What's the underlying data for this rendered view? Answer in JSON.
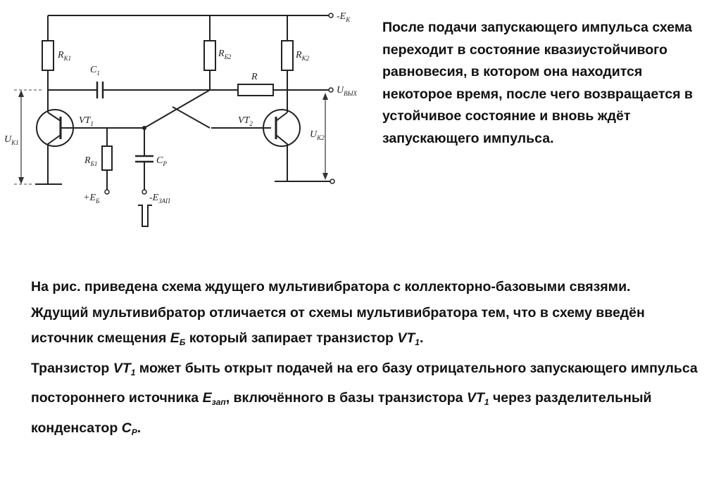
{
  "diagram": {
    "labels": {
      "ek": "-E",
      "ek_sub": "K",
      "rk1": "R",
      "rk1_sub": "K1",
      "c1": "C",
      "c1_sub": "1",
      "rb2": "R",
      "rb2_sub": "Б2",
      "rk2": "R",
      "rk2_sub": "K2",
      "r": "R",
      "uvyh": "U",
      "uvyh_sub": "ВЫХ",
      "vt1": "VT",
      "vt1_sub": "1",
      "vt2": "VT",
      "vt2_sub": "2",
      "uk1": "U",
      "uk1_sub": "K1",
      "uk2": "U",
      "uk2_sub": "K2",
      "rb1": "R",
      "rb1_sub": "Б1",
      "cp": "C",
      "cp_sub": "P",
      "eb": "+E",
      "eb_sub": "Б",
      "ezap": "-E",
      "ezap_sub": "ЗАП"
    }
  },
  "side_text": "После подачи запускающего импульса схема переходит в состояние квазиустойчивого равновесия, в котором она находится некоторое время, после чего возвращается в устойчивое состояние и вновь ждёт запускающего импульса.",
  "main": {
    "p1": "На рис. приведена схема ждущего мультивибратора с коллекторно-базовыми связями.",
    "p2a": "Ждущий мультивибратор отличается от схемы мультивибратора тем, что в схему введён источник смещения ",
    "p2_eb": "Е",
    "p2_eb_sub": "Б",
    "p2b": " который запирает транзистор ",
    "p2_vt1": "VT",
    "p2_vt1_sub": "1",
    "p2c": ".",
    "p3a": "Транзистор ",
    "p3_vt1": "VT",
    "p3_vt1_sub": "1",
    "p3b": " может быть открыт подачей на его базу отрицательного запускающего импульса постороннего  источника ",
    "p3_ez": "Е",
    "p3_ez_sub": "зап",
    "p3c": ", включённого в базы транзистора ",
    "p3_vt1b": "VT",
    "p3_vt1b_sub": "1",
    "p3d": "  через разделительный конденсатор ",
    "p3_cp": "С",
    "p3_cp_sub": "Р",
    "p3e": "."
  }
}
